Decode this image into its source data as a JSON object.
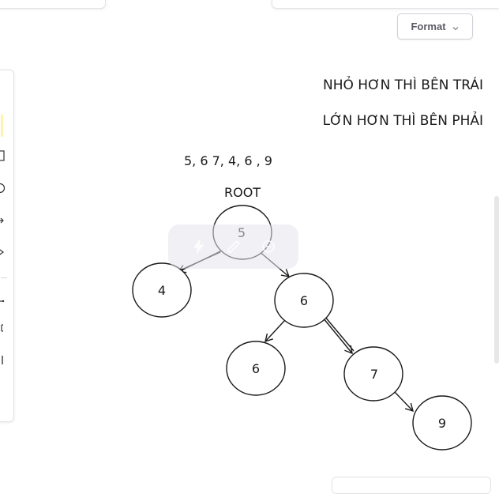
{
  "toolbar": {
    "format_label": "Format",
    "tools": [
      "selection-tool",
      "rectangle-tool",
      "ellipse-tool",
      "arrow-tool",
      "diamond-tool",
      "line-tool",
      "text-tool",
      "image-tool"
    ]
  },
  "canvas": {
    "note_line_1": "NHỎ HƠN THÌ BÊN TRÁI",
    "note_line_2": "LỚN HƠN THÌ BÊN PHẢI",
    "sequence": "5, 6 7, 4, 6 , 9",
    "root_label": "ROOT",
    "nodes": {
      "root": "5",
      "left": "4",
      "right": "6",
      "right_left": "6",
      "right_right": "7",
      "right_right_right": "9"
    }
  },
  "colors": {
    "ink": "#1a1a1a",
    "panel_border": "#e3e3e8",
    "selected_tool": "#fff3b0"
  }
}
